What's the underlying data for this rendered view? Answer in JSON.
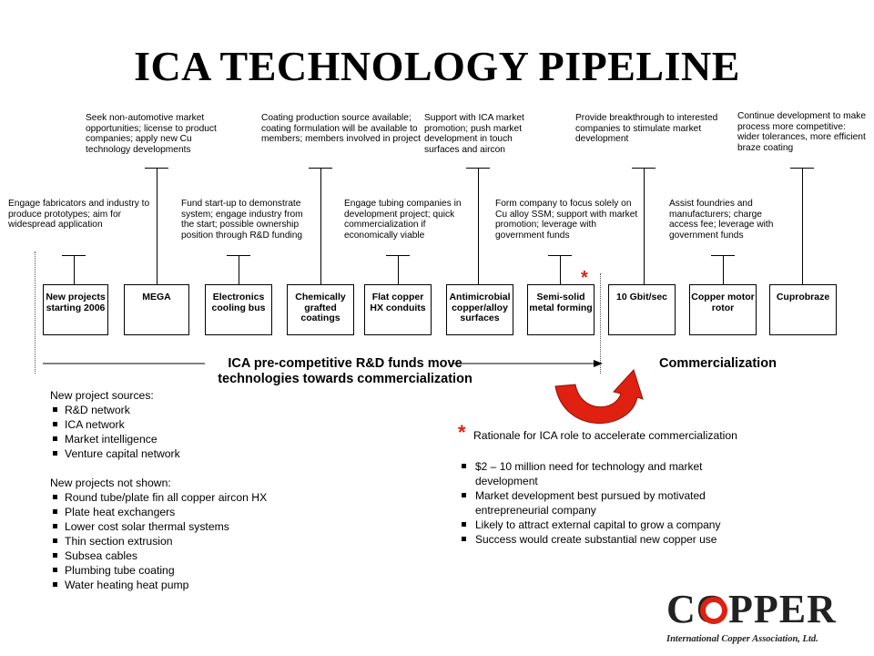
{
  "title": "ICA TECHNOLOGY PIPELINE",
  "top_notes": [
    "Seek non-automotive market opportunities; license to product companies; apply new Cu technology developments",
    "Coating production source available; coating formulation will be available to members; members involved in project",
    "Support with ICA market promotion; push market development in touch surfaces and aircon",
    "Provide breakthrough to interested companies to stimulate market development",
    "Continue development to make process more competitive: wider tolerances, more efficient braze coating"
  ],
  "mid_notes": [
    "Engage fabricators and industry to produce prototypes; aim for widespread application",
    "Fund start-up to demonstrate system; engage industry from the start; possible ownership position through R&D funding",
    "Engage tubing companies in development project; quick commercialization if economically viable",
    "Form company to focus solely on Cu alloy SSM; support with market promotion; leverage with government funds",
    "Assist foundries and manufacturers; charge access fee; leverage with government funds"
  ],
  "boxes": [
    "New projects starting 2006",
    "MEGA",
    "Electronics cooling bus",
    "Chemically grafted coatings",
    "Flat copper HX conduits",
    "Antimicrobial copper/alloy surfaces",
    "Semi-solid metal forming",
    "10 Gbit/sec",
    "Copper motor rotor",
    "Cuprobraze"
  ],
  "star_symbol": "*",
  "arrow_label": "ICA pre-competitive R&D funds move technologies towards commercialization",
  "commercialization_label": "Commercialization",
  "sources_heading": "New project sources:",
  "sources": [
    "R&D network",
    "ICA network",
    "Market intelligence",
    "Venture capital network"
  ],
  "not_shown_heading": "New projects not shown:",
  "not_shown": [
    "Round tube/plate fin all copper aircon HX",
    "Plate heat exchangers",
    "Lower cost solar thermal systems",
    "Thin section extrusion",
    "Subsea cables",
    "Plumbing tube coating",
    "Water heating heat pump"
  ],
  "rationale_heading": "Rationale for ICA role to accelerate commercialization",
  "rationale": [
    "$2 – 10 million need for technology and market development",
    "Market development best pursued by motivated entrepreneurial company",
    "Likely to attract external capital to grow a company",
    "Success would create substantial new copper use"
  ],
  "logo": {
    "word": "COPPER",
    "tagline": "International Copper Association, Ltd.",
    "accent_color": "#e02010"
  },
  "colors": {
    "curve_arrow": "#e02010",
    "star": "#e02010"
  }
}
